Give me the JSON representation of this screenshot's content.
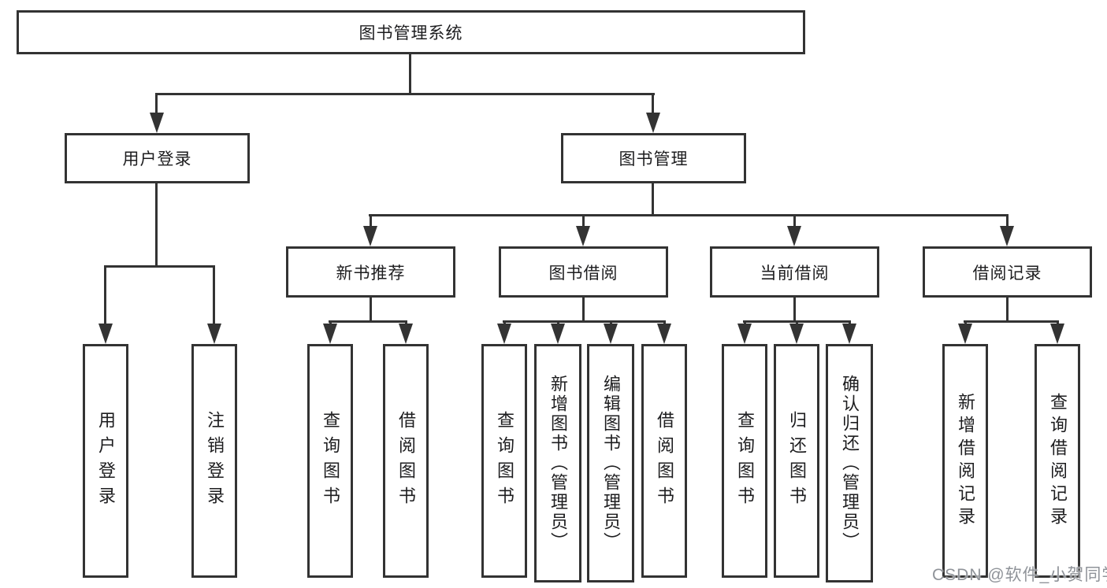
{
  "colors": {
    "line": "#333333",
    "text": "#1d1d1f",
    "watermark": "#8f9399"
  },
  "diagram": {
    "root": {
      "label": "图书管理系统"
    },
    "user_login": {
      "label": "用户登录",
      "children": [
        {
          "label": "用户登录"
        },
        {
          "label": "注销登录"
        }
      ]
    },
    "book_management": {
      "label": "图书管理",
      "sections": [
        {
          "label": "新书推荐",
          "children": [
            {
              "label": "查询图书"
            },
            {
              "label": "借阅图书"
            }
          ]
        },
        {
          "label": "图书借阅",
          "children": [
            {
              "label": "查询图书"
            },
            {
              "label": "新增图书（管理员）"
            },
            {
              "label": "编辑图书（管理员）"
            },
            {
              "label": "借阅图书"
            }
          ]
        },
        {
          "label": "当前借阅",
          "children": [
            {
              "label": "查询图书"
            },
            {
              "label": "归还图书"
            },
            {
              "label": "确认归还（管理员）"
            }
          ]
        },
        {
          "label": "借阅记录",
          "children": [
            {
              "label": "新增借阅记录"
            },
            {
              "label": "查询借阅记录"
            }
          ]
        }
      ]
    }
  },
  "watermark": {
    "text": "CSDN @软件_小贺同学"
  }
}
